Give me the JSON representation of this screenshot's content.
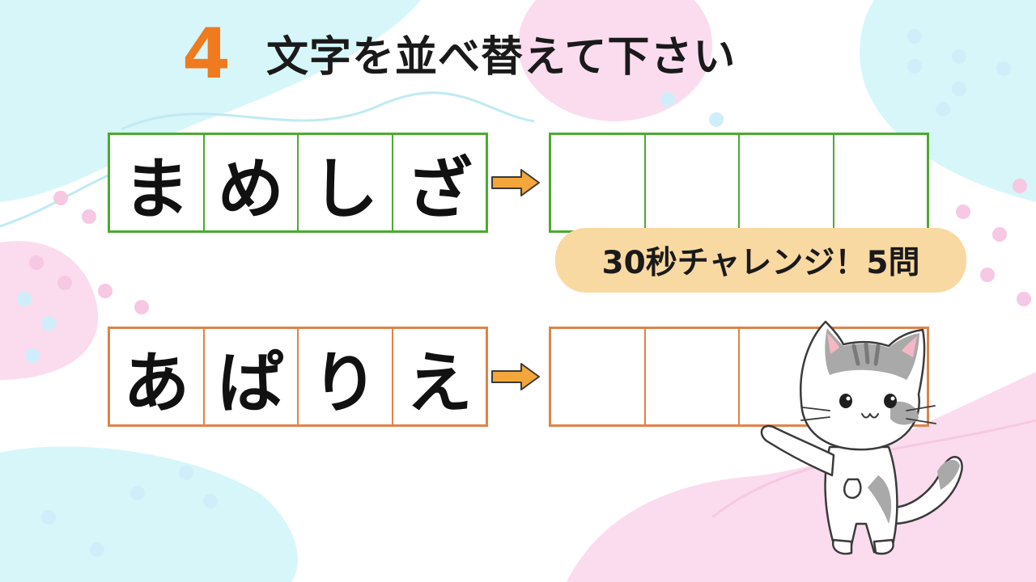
{
  "question": {
    "number": "4",
    "instruction": "文字を並べ替えて下さい"
  },
  "puzzles": [
    {
      "letters": [
        "ま",
        "め",
        "し",
        "ざ"
      ],
      "answer_cells": [
        "",
        "",
        "",
        ""
      ],
      "color": "#4bab2f"
    },
    {
      "letters": [
        "あ",
        "ぱ",
        "り",
        "え"
      ],
      "answer_cells": [
        "",
        "",
        "",
        ""
      ],
      "color": "#e0834a"
    }
  ],
  "badge": {
    "text": "30秒チャレンジ！5問"
  },
  "colors": {
    "accent_number": "#f07a1e",
    "arrow": "#f3a63a",
    "badge_bg": "#f9d9a2"
  },
  "mascot": {
    "icon": "cat-icon"
  }
}
